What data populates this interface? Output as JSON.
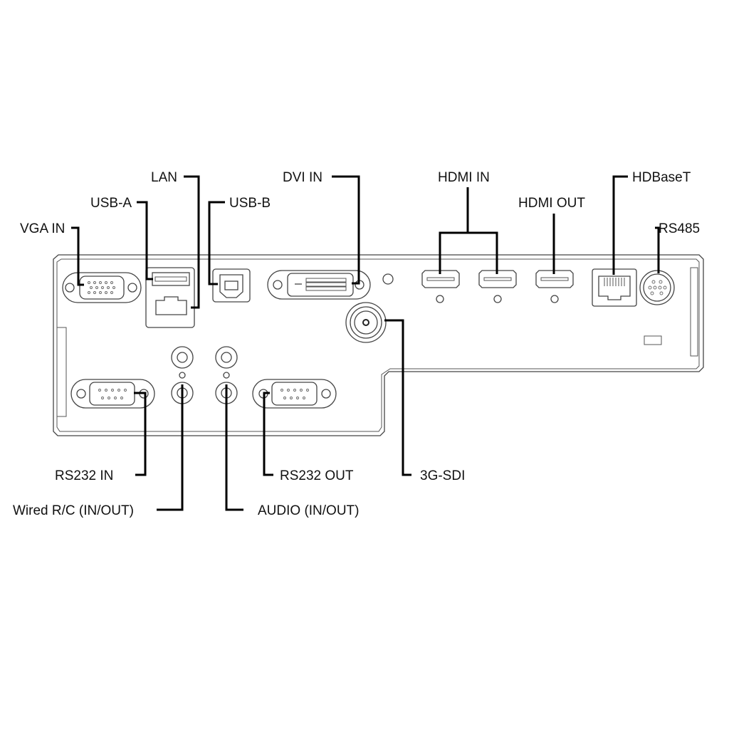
{
  "title": "Rear panel terminals",
  "labels": {
    "vga_in": "VGA IN",
    "usb_a": "USB-A",
    "lan": "LAN",
    "usb_b": "USB-B",
    "dvi_in": "DVI IN",
    "hdmi_in": "HDMI IN",
    "hdmi_out": "HDMI OUT",
    "hdbaset": "HDBaseT",
    "rs485": "RS485",
    "rs232_in": "RS232 IN",
    "wired_rc": "Wired R/C (IN/OUT)",
    "rs232_out": "RS232 OUT",
    "audio": "AUDIO (IN/OUT)",
    "sdi": "3G-SDI"
  },
  "colors": {
    "line": "#000000",
    "outline": "#444444",
    "background": "#ffffff"
  }
}
